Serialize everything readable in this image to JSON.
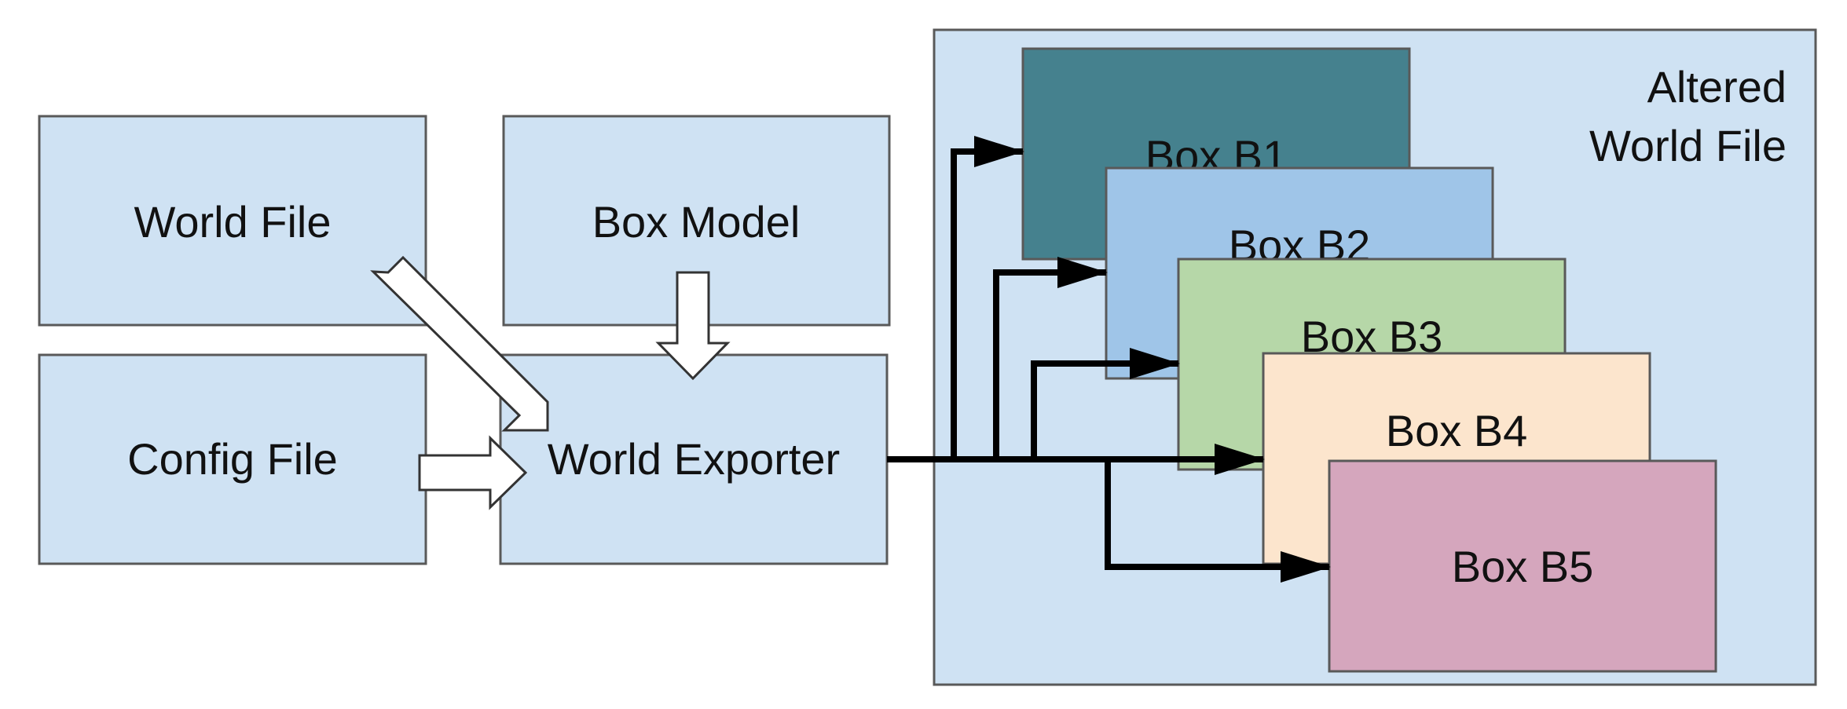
{
  "nodes": {
    "world_file": "World File",
    "box_model": "Box Model",
    "config_file": "Config File",
    "world_exporter": "World Exporter"
  },
  "container": {
    "title_line1": "Altered",
    "title_line2": "World File"
  },
  "boxes": {
    "b1": "Box B1",
    "b2": "Box B2",
    "b3": "Box B3",
    "b4": "Box B4",
    "b5": "Box B5"
  },
  "colors": {
    "input_fill": "#cfe2f3",
    "container_fill": "#cfe2f3",
    "b1_fill": "#45818e",
    "b2_fill": "#9fc5e8",
    "b3_fill": "#b6d7a8",
    "b4_fill": "#fce5cd",
    "b5_fill": "#d5a6bd",
    "border": "#595959",
    "arrow": "#000000"
  }
}
